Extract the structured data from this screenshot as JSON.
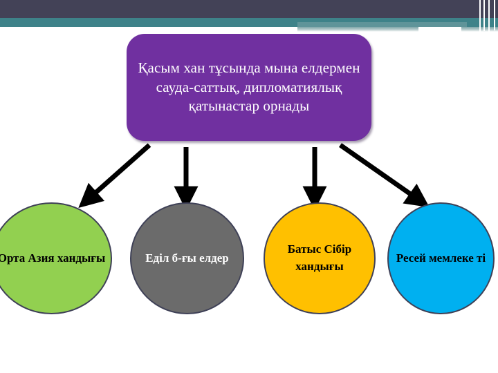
{
  "slide": {
    "title_box": {
      "text": "Қасым хан тұсында мына елдермен сауда-саттық, дипломатиялық қатынастар орнады",
      "color": "#7030A0",
      "text_color": "#FFFFFF"
    },
    "header": {
      "dark_band_color": "#434257",
      "teal_band_color": "#3E8289",
      "teal_light_color": "#7EA6A9"
    },
    "nodes": [
      {
        "id": "orta-azia",
        "label": "Орта Азия хандығы",
        "color": "#92D050",
        "text_color": "#000000",
        "outline_color": "#3F4157"
      },
      {
        "id": "edil-boyi",
        "label": "Еділ б-ғы елдер",
        "color": "#6B6B6B",
        "text_color": "#FFFFFF",
        "outline_color": "#3F4157"
      },
      {
        "id": "batys-sibir",
        "label": "Батыс Сібір хандығы",
        "color": "#FFC000",
        "text_color": "#000000",
        "outline_color": "#3F4157"
      },
      {
        "id": "resei",
        "label": "Ресей мемлеке ті",
        "color": "#00B0F0",
        "text_color": "#000000",
        "outline_color": "#3F4157"
      }
    ],
    "connectors": [
      {
        "id": "arrow-to-orta-azia",
        "direction": "down-left",
        "color": "#000000"
      },
      {
        "id": "arrow-to-edil-boyi",
        "direction": "down",
        "color": "#000000"
      },
      {
        "id": "arrow-to-batys-sibir",
        "direction": "down",
        "color": "#000000"
      },
      {
        "id": "arrow-to-resei",
        "direction": "down-right",
        "color": "#000000"
      }
    ]
  }
}
